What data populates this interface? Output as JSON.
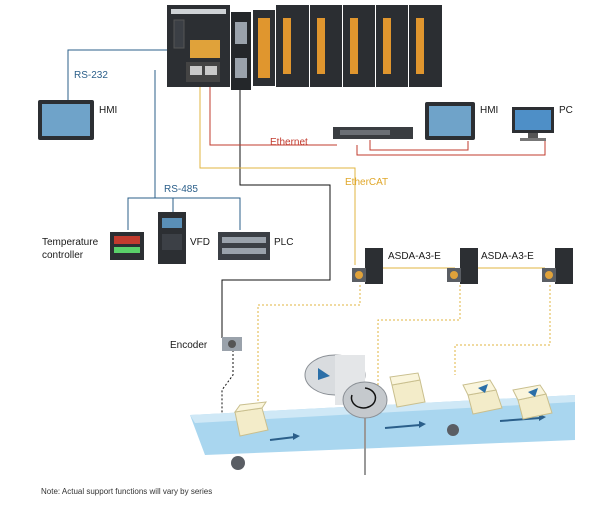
{
  "labels": {
    "rs232": "RS-232",
    "hmi_left": "HMI",
    "hmi_right": "HMI",
    "pc": "PC",
    "ethernet": "Ethernet",
    "ethercat": "EtherCAT",
    "rs485": "RS-485",
    "temp_line1": "Temperature",
    "temp_line2": "controller",
    "vfd": "VFD",
    "plc": "PLC",
    "servo1": "ASDA-A3-E",
    "servo2": "ASDA-A3-E",
    "encoder": "Encoder",
    "note": "Note: Actual support functions will vary by series"
  },
  "colors": {
    "rs_line": "#2b5f8a",
    "ethernet_line": "#c23b2e",
    "ethercat_line": "#e0b640",
    "device_dark": "#2c2f33",
    "conveyor": "#a9d6ef"
  }
}
